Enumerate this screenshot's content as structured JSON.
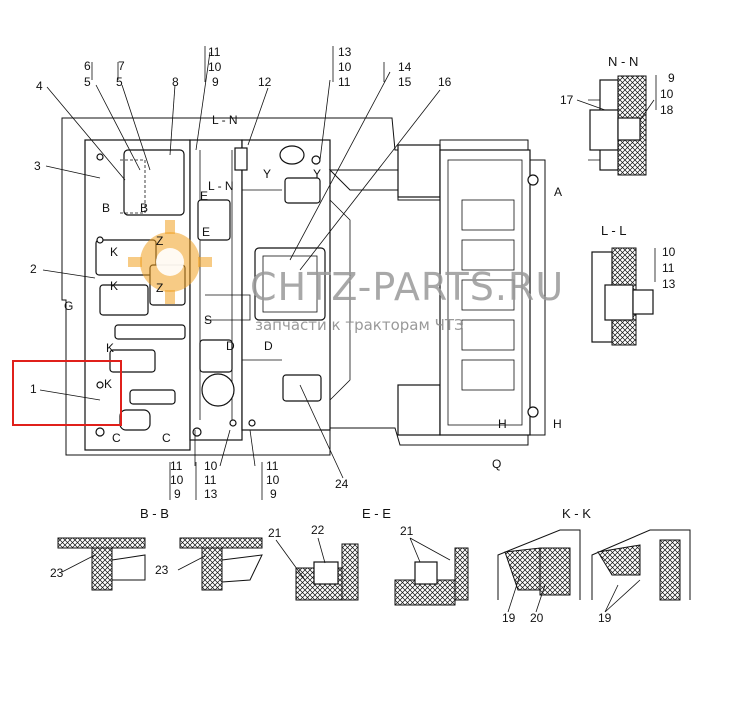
{
  "sections": {
    "nn": "N - N",
    "ll": "L - L",
    "bb": "B - B",
    "ee": "E - E",
    "kk": "K - K"
  },
  "view_marks": {
    "ln_top": "L - N",
    "ln_mid": "L - N",
    "a": "A",
    "q": "Q",
    "h1": "H",
    "h2": "H",
    "g": "G",
    "c1": "C",
    "c2": "C",
    "b1": "B",
    "b2": "B",
    "k1": "K",
    "k2": "K",
    "k3": "K",
    "k4": "K",
    "z1": "Z",
    "z2": "Z",
    "e1": "E",
    "e2": "E",
    "y1": "Y",
    "y2": "Y",
    "d1": "D",
    "d2": "D",
    "s": "S"
  },
  "callouts": {
    "c1": "1",
    "c2": "2",
    "c3": "3",
    "c4": "4",
    "c5a": "5",
    "c6": "6",
    "c5b": "5",
    "c7": "7",
    "c8": "8",
    "c9a": "9",
    "c10a": "10",
    "c11a": "11",
    "c12": "12",
    "c13a": "13",
    "c10b": "10",
    "c11b": "11",
    "c14": "14",
    "c15": "15",
    "c16": "16",
    "c24": "24",
    "b11a": "11",
    "b10a": "10",
    "b9a": "9",
    "b10b": "10",
    "b11b": "11",
    "b13": "13",
    "b11c": "11",
    "b10c": "10",
    "b9c": "9",
    "nn9": "9",
    "nn10": "10",
    "nn17": "17",
    "nn18": "18",
    "ll10": "10",
    "ll11": "11",
    "ll13": "13",
    "d23a": "23",
    "d23b": "23",
    "d21a": "21",
    "d22": "22",
    "d21b": "21",
    "d19a": "19",
    "d20": "20",
    "d19b": "19"
  },
  "watermark": {
    "brand": "CHTZ-PARTS.RU",
    "tagline": "запчасти к тракторам ЧТЗ"
  },
  "highlight": {
    "color": "#e0201b"
  },
  "colors": {
    "line": "#111111",
    "watermark_logo": "#f0a020"
  }
}
